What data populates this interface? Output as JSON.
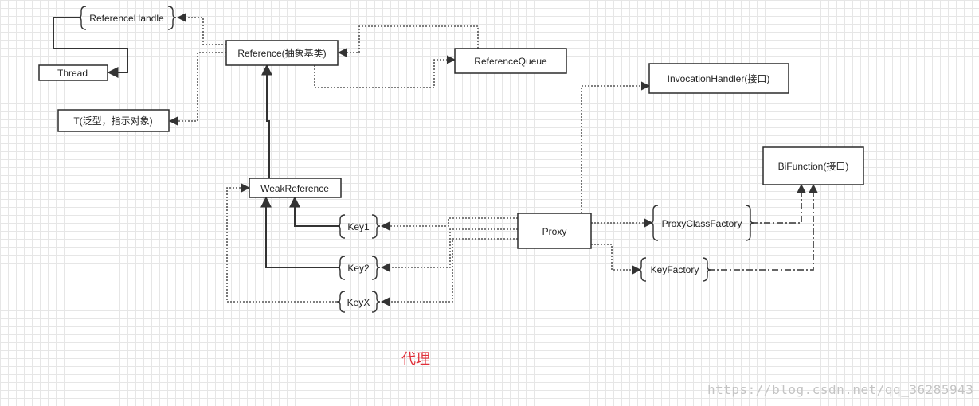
{
  "title": "代理",
  "watermark": "https://blog.csdn.net/qq_36285943",
  "colors": {
    "title": "#e0303a",
    "grid": "#e6e6e6",
    "line": "#333333"
  },
  "nodes": {
    "reference_handle": "ReferenceHandle",
    "thread": "Thread",
    "reference": "Reference(抽象基类)",
    "reference_queue": "ReferenceQueue",
    "t_generic": "T(泛型，指示对象)",
    "invocation_handler": "InvocationHandler(接口)",
    "bifunction": "BiFunction(接口)",
    "weak_reference": "WeakReference",
    "key1": "Key1",
    "key2": "Key2",
    "keyx": "KeyX",
    "proxy": "Proxy",
    "proxy_class_factory": "ProxyClassFactory",
    "key_factory": "KeyFactory"
  }
}
